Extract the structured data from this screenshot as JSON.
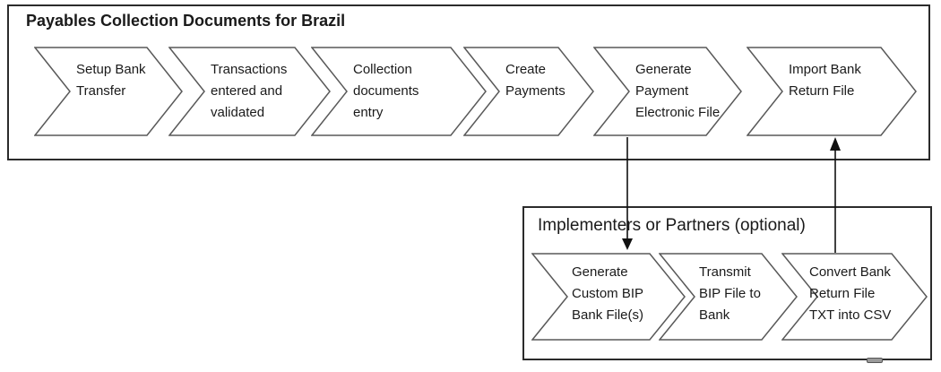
{
  "diagram": {
    "colors": {
      "background": "#ffffff",
      "group_border": "#2b2b2b",
      "chevron_border": "#595959",
      "chevron_fill": "#ffffff",
      "text": "#1a1a1a",
      "arrow": "#111111"
    },
    "top_group": {
      "title": "Payables Collection Documents for Brazil",
      "steps": [
        {
          "label": "Setup Bank Transfer",
          "lines": [
            "Setup Bank",
            "Transfer"
          ]
        },
        {
          "label": "Transactions entered and validated",
          "lines": [
            "Transactions",
            "entered and",
            "validated"
          ]
        },
        {
          "label": "Collection documents entry",
          "lines": [
            "Collection",
            "documents",
            "entry"
          ]
        },
        {
          "label": "Create Payments",
          "lines": [
            "Create",
            "Payments"
          ]
        },
        {
          "label": "Generate Payment Electronic File",
          "lines": [
            "Generate",
            "Payment",
            "Electronic File"
          ]
        },
        {
          "label": "Import Bank Return File",
          "lines": [
            "Import Bank",
            "Return File"
          ]
        }
      ]
    },
    "bottom_group": {
      "title": "Implementers or Partners (optional)",
      "steps": [
        {
          "label": "Generate Custom BIP Bank File(s)",
          "lines": [
            "Generate",
            "Custom BIP",
            "Bank File(s)"
          ]
        },
        {
          "label": "Transmit BIP File to Bank",
          "lines": [
            "Transmit",
            "BIP File to",
            "Bank"
          ]
        },
        {
          "label": "Convert Bank Return File TXT into CSV",
          "lines": [
            "Convert Bank",
            "Return File",
            "TXT into CSV"
          ]
        }
      ]
    },
    "connections": [
      {
        "from": "Generate Payment Electronic File",
        "to": "Generate Custom BIP Bank File(s)",
        "direction": "down"
      },
      {
        "from": "Convert Bank Return File TXT into CSV",
        "to": "Import Bank Return File",
        "direction": "up"
      }
    ]
  }
}
